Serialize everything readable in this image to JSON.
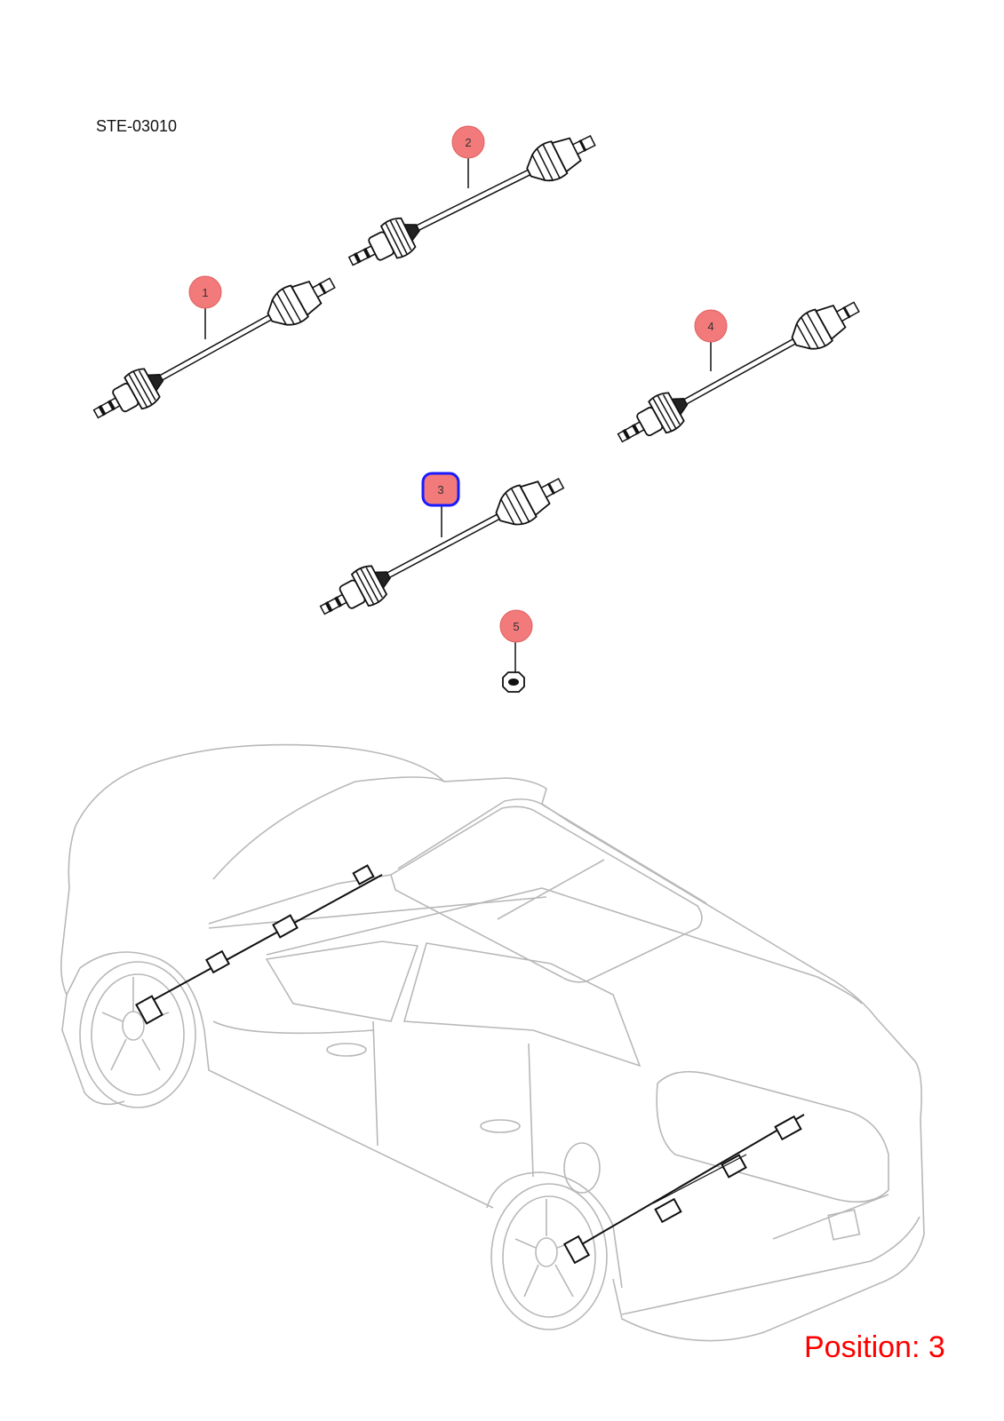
{
  "diagram": {
    "code": "STE-03010",
    "position_label": "Position: 3"
  },
  "callouts": [
    {
      "id": "1",
      "label": "1",
      "selected": false
    },
    {
      "id": "2",
      "label": "2",
      "selected": false
    },
    {
      "id": "3",
      "label": "3",
      "selected": true
    },
    {
      "id": "4",
      "label": "4",
      "selected": false
    },
    {
      "id": "5",
      "label": "5",
      "selected": false
    }
  ],
  "colors": {
    "callout_fill": "#f27a7a",
    "callout_stroke": "#e06060",
    "selected_outline": "#1a1aff",
    "line_art": "#111111",
    "car_outline": "#b8b8b8",
    "position_text": "#ff0000"
  }
}
